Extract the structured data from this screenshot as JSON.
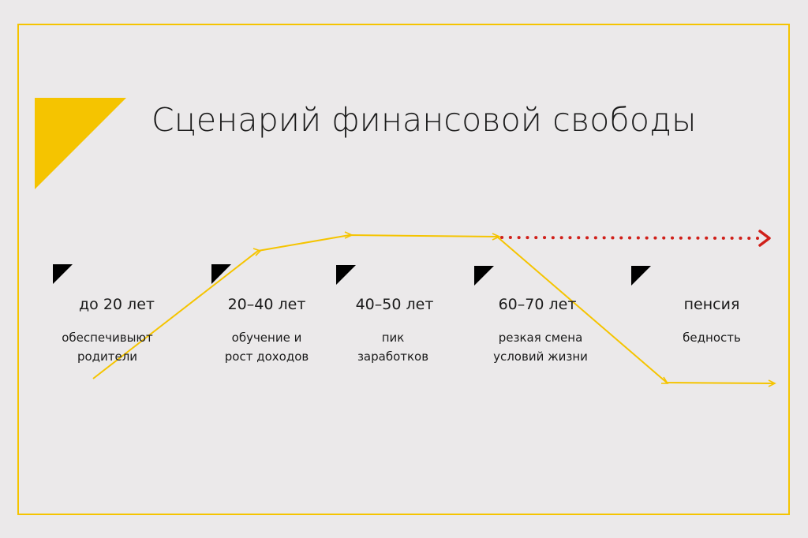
{
  "title": "Сценарий финансовой свободы",
  "colors": {
    "accent": "#f5c400",
    "warning": "#d0201a",
    "background": "#ebe9ea"
  },
  "stages": [
    {
      "age": "до 20 лет",
      "desc_line1": "обеспечивыют",
      "desc_line2": "родители"
    },
    {
      "age": "20–40 лет",
      "desc_line1": "обучение и",
      "desc_line2": "рост доходов"
    },
    {
      "age": "40–50 лет",
      "desc_line1": "пик",
      "desc_line2": "заработков"
    },
    {
      "age": "60–70 лет",
      "desc_line1": "резкая смена",
      "desc_line2": "условий жизни"
    },
    {
      "age": "пенсия",
      "desc_line1": "бедность",
      "desc_line2": ""
    }
  ]
}
